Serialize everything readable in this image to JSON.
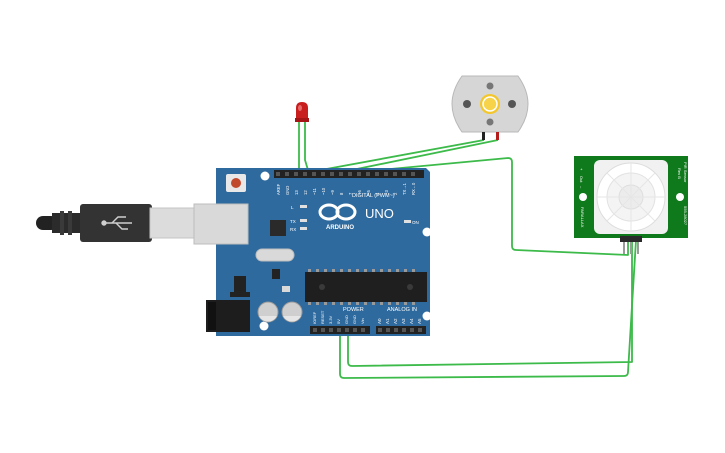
{
  "board": {
    "logo": "ARDUINO",
    "model": "UNO",
    "digital_header": "DIGITAL (PWM~)",
    "power_header": "POWER",
    "analog_header": "ANALOG IN",
    "digital_pins": [
      "AREF",
      "GND",
      "13",
      "12",
      "~11",
      "~10",
      "~9",
      "8",
      "7",
      "~6",
      "~5",
      "4",
      "~3",
      "2",
      "TX→1",
      "RX←0"
    ],
    "power_pins": [
      "IOREF",
      "RESET",
      "3.3V",
      "5V",
      "GND",
      "GND",
      "Vin"
    ],
    "analog_pins": [
      "A0",
      "A1",
      "A2",
      "A3",
      "A4",
      "A5"
    ],
    "led_labels": [
      "L",
      "TX",
      "RX"
    ],
    "on_label": "ON"
  },
  "pir_sensor": {
    "pin_labels": [
      "+",
      "Out",
      "–"
    ],
    "side_labels": [
      "PIR Sensor",
      "Rev B",
      "555-28027",
      "PARALLAX"
    ]
  },
  "components": {
    "led_color": "#cc2020",
    "motor_shaft_color": "#f3c62b",
    "wire_color": "#3cba4a",
    "board_color": "#2f6a9e"
  }
}
